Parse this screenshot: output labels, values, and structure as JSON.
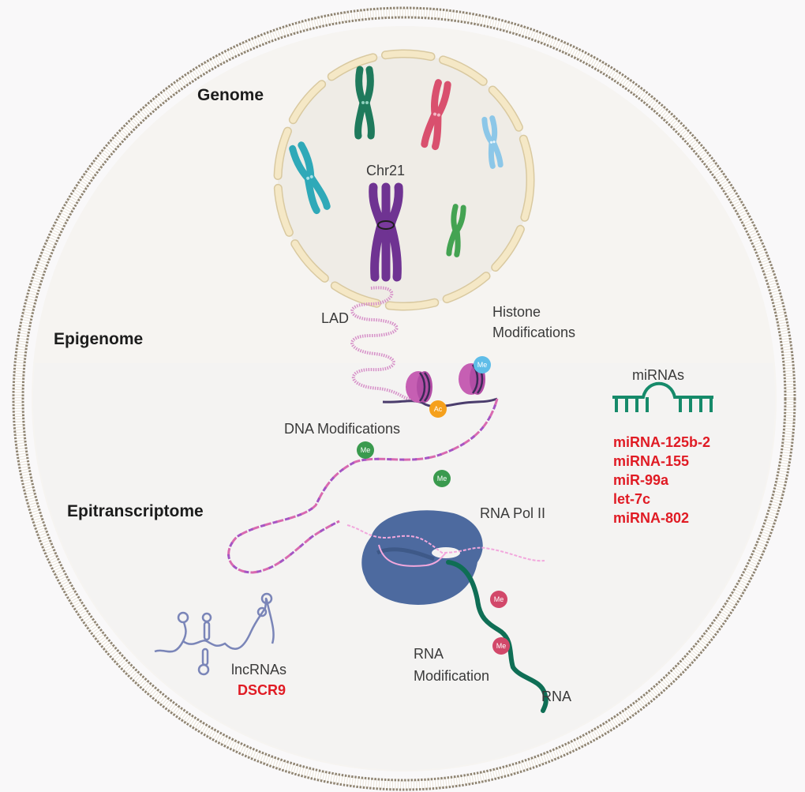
{
  "title": "Genome, epigenome and epitranscriptome of Down syndrome cell",
  "sections": {
    "genome": "Genome",
    "epigenome": "Epigenome",
    "epitranscriptome": "Epitranscriptome"
  },
  "labels": {
    "chr21": "Chr21",
    "lad": "LAD",
    "histone_mods_line1": "Histone",
    "histone_mods_line2": "Modifications",
    "dna_mods": "DNA Modifications",
    "rna_pol": "RNA Pol II",
    "rna_mod_line1": "RNA",
    "rna_mod_line2": "Modification",
    "rna": "RNA",
    "lncrnas": "lncRNAs",
    "mirnas": "miRNAs"
  },
  "badges": {
    "methyl": "Me",
    "acetyl": "Ac"
  },
  "lncrna_list": [
    "DSCR9"
  ],
  "mirna_list": [
    "miRNA-125b-2",
    "miRNA-155",
    "miR-99a",
    "let-7c",
    "miRNA-802"
  ],
  "colors": {
    "highlight_red": "#e01b24",
    "membrane": "#9a8f7e",
    "nucleus_envelope": "#f3e6c4",
    "chr21": "#6f3392",
    "dna_pink": "#d86ab0",
    "dna_purple": "#a455c4",
    "pol_ii": "#4d6a9f",
    "rna_green": "#0f6e55",
    "mirna_green": "#168a6a",
    "me_green": "#3a9a4e",
    "me_blue": "#5fbde8",
    "me_pink": "#d2486a",
    "ac_orange": "#f5a01c"
  }
}
